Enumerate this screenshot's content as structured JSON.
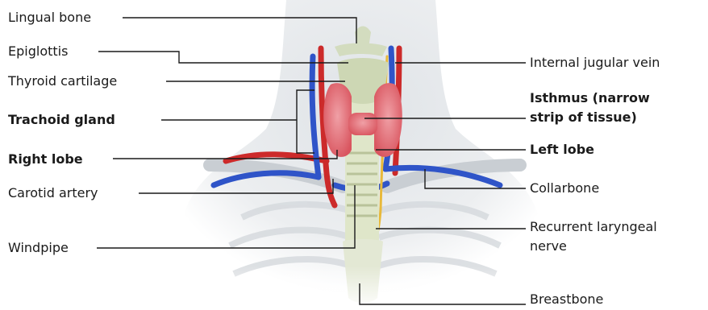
{
  "labels": {
    "lingual_bone": "Lingual bone",
    "epiglottis": "Epiglottis",
    "thyroid_cartilage": "Thyroid cartilage",
    "trachoid_gland": "Trachoid gland",
    "right_lobe": "Right lobe",
    "carotid_artery": "Carotid artery",
    "windpipe": "Windpipe",
    "internal_jugular_vein": "Internal jugular vein",
    "isthmus_line1": "Isthmus (narrow",
    "isthmus_line2": "strip of tissue)",
    "left_lobe": "Left lobe",
    "collarbone": "Collarbone",
    "recurrent_laryngeal_line1": "Recurrent laryngeal",
    "recurrent_laryngeal_line2": "nerve",
    "breastbone": "Breastbone"
  },
  "colors": {
    "thyroid": "#e2707a",
    "artery": "#cc2a2a",
    "vein": "#2f54c8",
    "nerve": "#e8b93a",
    "cartilage": "#cfd9b8",
    "skin": "#eef0f2",
    "leader_line": "#1a1a1a"
  }
}
